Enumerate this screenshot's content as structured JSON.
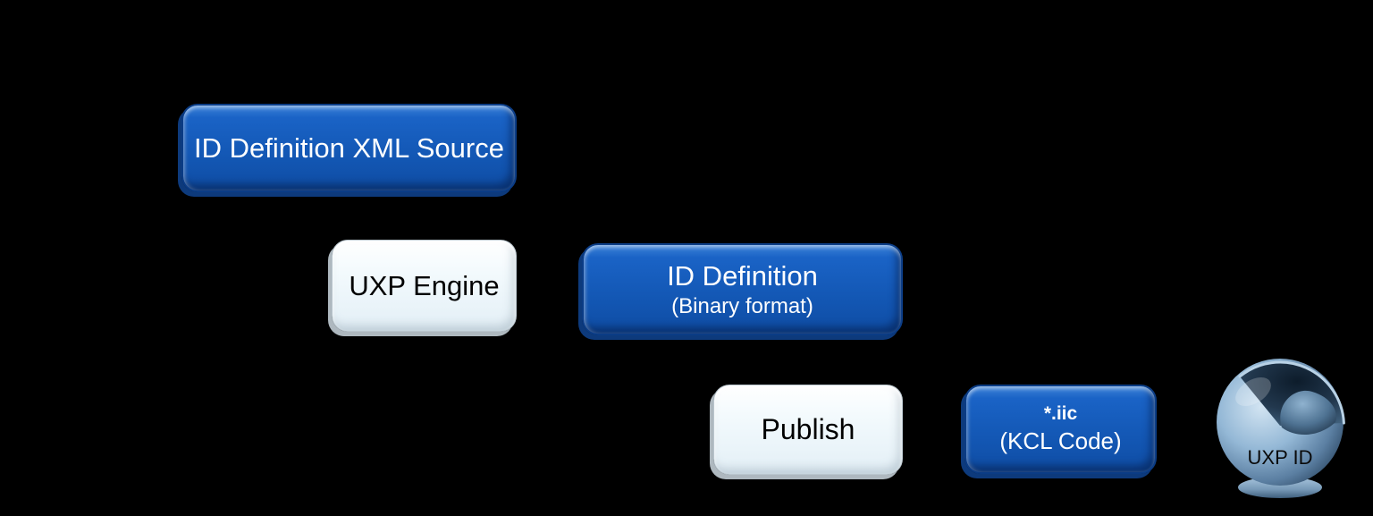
{
  "canvas": {
    "background": "#000000"
  },
  "palette": {
    "blue_fill": "#1357B4",
    "blue_edge": "#0B3C85",
    "light_fill": "#EAF4FB",
    "light_edge": "#B9C5CD",
    "text_on_blue": "#FFFFFF",
    "text_on_light": "#000000",
    "sphere_light": "#A9C6DE",
    "sphere_dark": "#22364A"
  },
  "nodes": [
    {
      "id": "id-definition-xml-source",
      "label": "ID Definition XML Source",
      "variant": "blue"
    },
    {
      "id": "uxp-engine",
      "label": "UXP Engine",
      "variant": "light"
    },
    {
      "id": "id-definition-binary",
      "label": "ID Definition",
      "sublabel": "(Binary format)",
      "variant": "blue"
    },
    {
      "id": "publish",
      "label": "Publish",
      "variant": "light"
    },
    {
      "id": "iic-kcl-code",
      "label": "*.iic",
      "sublabel": "(KCL Code)",
      "variant": "blue"
    }
  ],
  "sphere": {
    "label": "UXP ID"
  }
}
